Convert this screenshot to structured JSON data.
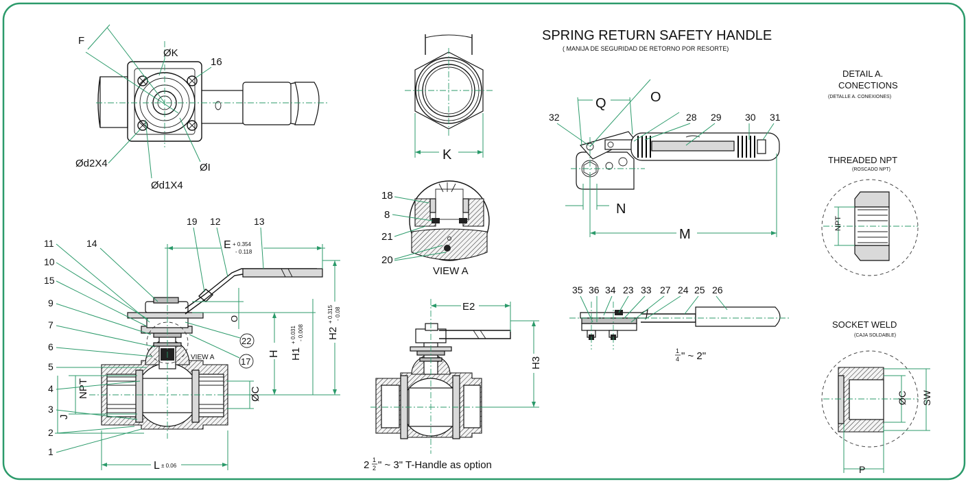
{
  "colors": {
    "frame": "#2b9a6a",
    "leader": "#2b9a6a",
    "ink": "#111111"
  },
  "title": {
    "main": "SPRING RETURN SAFETY HANDLE",
    "sub": "( MANIJA DE SEGURIDAD DE RETORNO POR RESORTE)"
  },
  "detail": {
    "title1": "DETAIL A.",
    "title2": "CONECTIONS",
    "sub": "(DETALLE A. CONEXIONES)",
    "threaded": "THREADED NPT",
    "threaded_sub": "(ROSCADO NPT)",
    "threaded_dim": "NPT",
    "socket": "SOCKET WELD",
    "socket_sub": "(CAJA SOLDABLE)",
    "socket_dims": [
      "ØC",
      "SW",
      "P"
    ]
  },
  "top_view": {
    "labels": [
      "F",
      "ØK",
      "16",
      "Ød2X4",
      "Ød1X4",
      "ØI"
    ]
  },
  "end_view": {
    "dim": "K"
  },
  "view_a": {
    "caption": "VIEW A",
    "callouts": [
      "18",
      "8",
      "21",
      "20"
    ]
  },
  "main_view": {
    "callouts_left": [
      "11",
      "14",
      "10",
      "15",
      "9",
      "7",
      "6",
      "5",
      "4",
      "3",
      "2",
      "1"
    ],
    "callouts_top": [
      "19",
      "12",
      "13"
    ],
    "circled": [
      "22",
      "17"
    ],
    "view_a_label": "VIEW A",
    "dims": {
      "E": "E",
      "E_tol_plus": "+ 0.354",
      "E_tol_minus": "- 0.118",
      "O": "O",
      "H": "H",
      "H1": "H1",
      "H1_tol_plus": "+ 0.031",
      "H1_tol_minus": "- 0.008",
      "H2": "H2",
      "H2_tol_plus": "+ 0.315",
      "H2_tol_minus": "- 0.08",
      "NPT": "NPT",
      "J": "J",
      "C": "ØC",
      "L": "L",
      "L_tol": "± 0.06"
    }
  },
  "t_handle_view": {
    "dims": [
      "E2",
      "H3"
    ],
    "caption_whole": "2",
    "caption_num": "1",
    "caption_den": "2",
    "caption_rest": "\" ~ 3\" T-Handle as option"
  },
  "spring_view": {
    "dims": [
      "Q",
      "O",
      "N",
      "M"
    ],
    "callouts": [
      "32",
      "28",
      "29",
      "30",
      "31"
    ]
  },
  "handle_view": {
    "callouts": [
      "35",
      "36",
      "34",
      "23",
      "33",
      "27",
      "24",
      "25",
      "26"
    ],
    "caption_num": "1",
    "caption_den": "4",
    "caption_rest": "\" ~ 2\""
  }
}
